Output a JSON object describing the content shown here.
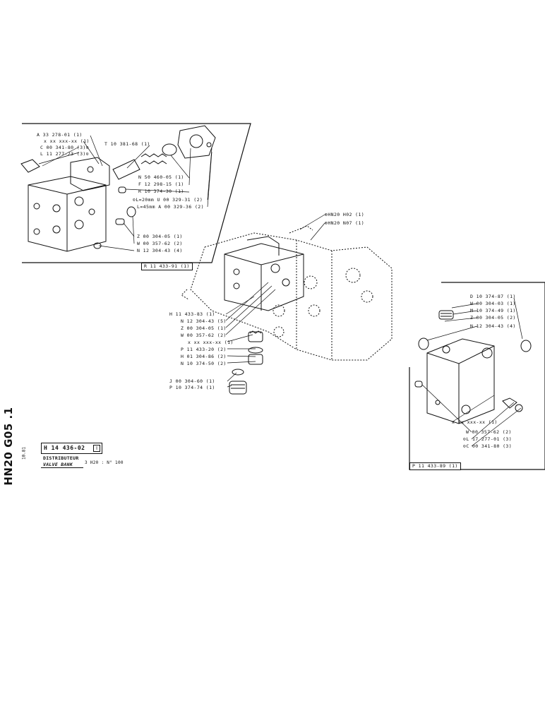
{
  "drawing": {
    "side_code": "HN20 G05 .1",
    "side_date": "10.81",
    "part_number": "H 14 436-02",
    "part_icon": "book-icon",
    "title_fr": "DISTRIBUTEUR",
    "title_en": "VALVE BANK",
    "model": "3 H20 : N° 100"
  },
  "callouts_top_left": [
    "A 33 278-01 (1)",
    "x xx xxx-xx (1)",
    "C 00 341-80 (3)⊙",
    "L 11 277-23 (3)⊙"
  ],
  "callouts_top_mid": [
    "T 10 381-68 (1)",
    "N 50 460-05 (1)",
    "F 12 298-15 (1)",
    "R 10 374-30 (1)",
    "⊙L=20mm U 00 329-31 (2)",
    "L=45mm A 00 329-36 (2)",
    "Z 00 304-05 (1)",
    "W 00 357-62 (2)",
    "N 12 304-43 (4)"
  ],
  "frame_top_left": "R 11 433-91 (1)",
  "callouts_assembly": [
    "⊕HN20 H02 (1)",
    "⊕HN20 N07 (1)"
  ],
  "callouts_center": [
    "H 11 433-83 (1)",
    "N 12 304-43 (5)",
    "Z 00 304-05 (1)",
    "W 00 357-62 (2)",
    "x xx xxx-xx (1)",
    "P 11 433-20 (2)",
    "H 01 304-86 (2)",
    "N 10 374-50 (2)",
    "J 00 304-60 (1)",
    "P 10 374-74 (1)"
  ],
  "callouts_right_top": [
    "D 10 374-87 (1)",
    "W 00 304-03 (1)",
    "M 10 374-49 (1)",
    "Z 00 304-05 (2)",
    "N 12 304-43 (4)"
  ],
  "callouts_right_bottom": [
    "x xx xxx-xx (1)",
    "W 00 357-62 (2)",
    "⊙L 17 277-01 (3)",
    "⊙C 00 341-80 (3)"
  ],
  "frame_right": "P 11 433-89 (1)"
}
